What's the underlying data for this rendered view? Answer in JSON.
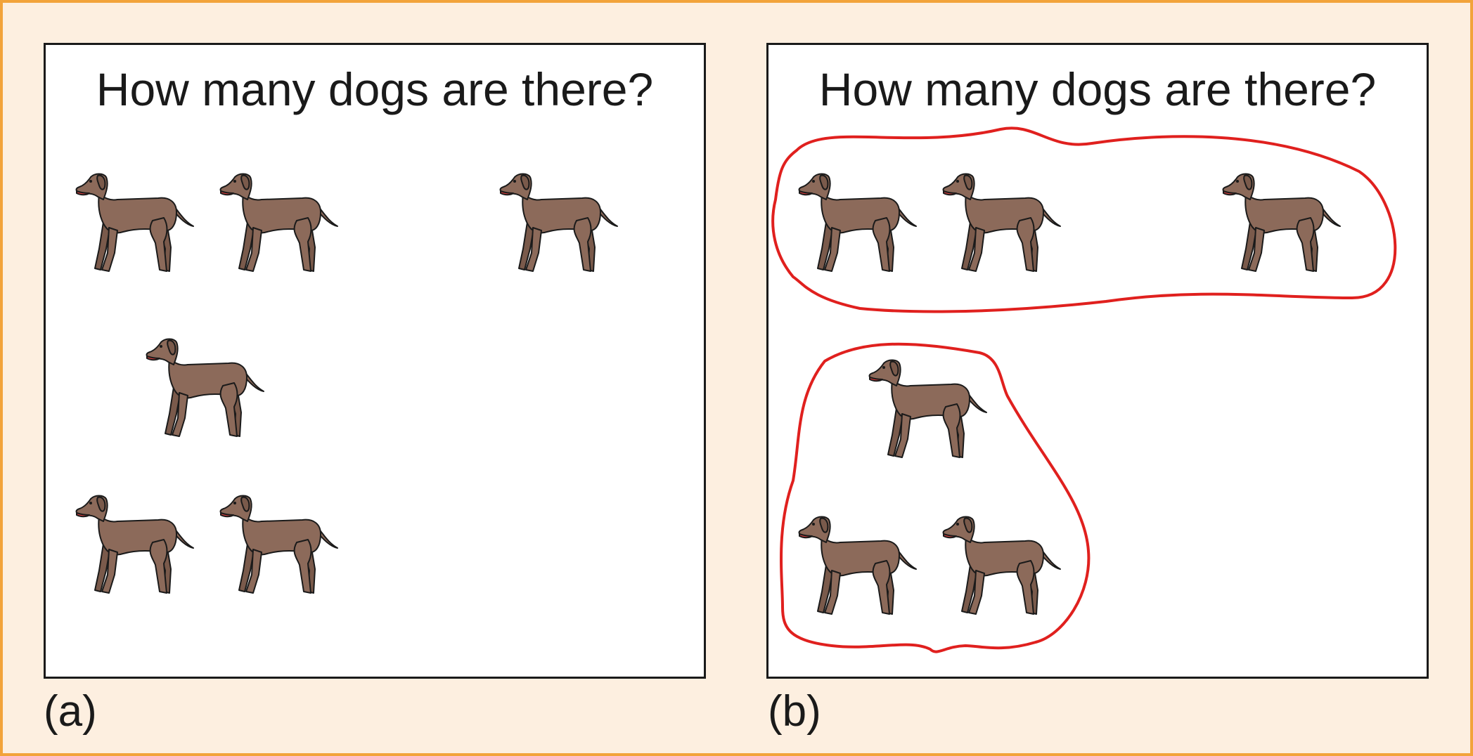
{
  "panel_a": {
    "question": "How many dogs are there?",
    "caption": "(a)"
  },
  "panel_b": {
    "question": "How many dogs are there?",
    "caption": "(b)"
  },
  "colors": {
    "background": "#fdefe0",
    "border": "#f2a33a",
    "dog_fill": "#8c6a5a",
    "group_outline": "#e0201e"
  }
}
